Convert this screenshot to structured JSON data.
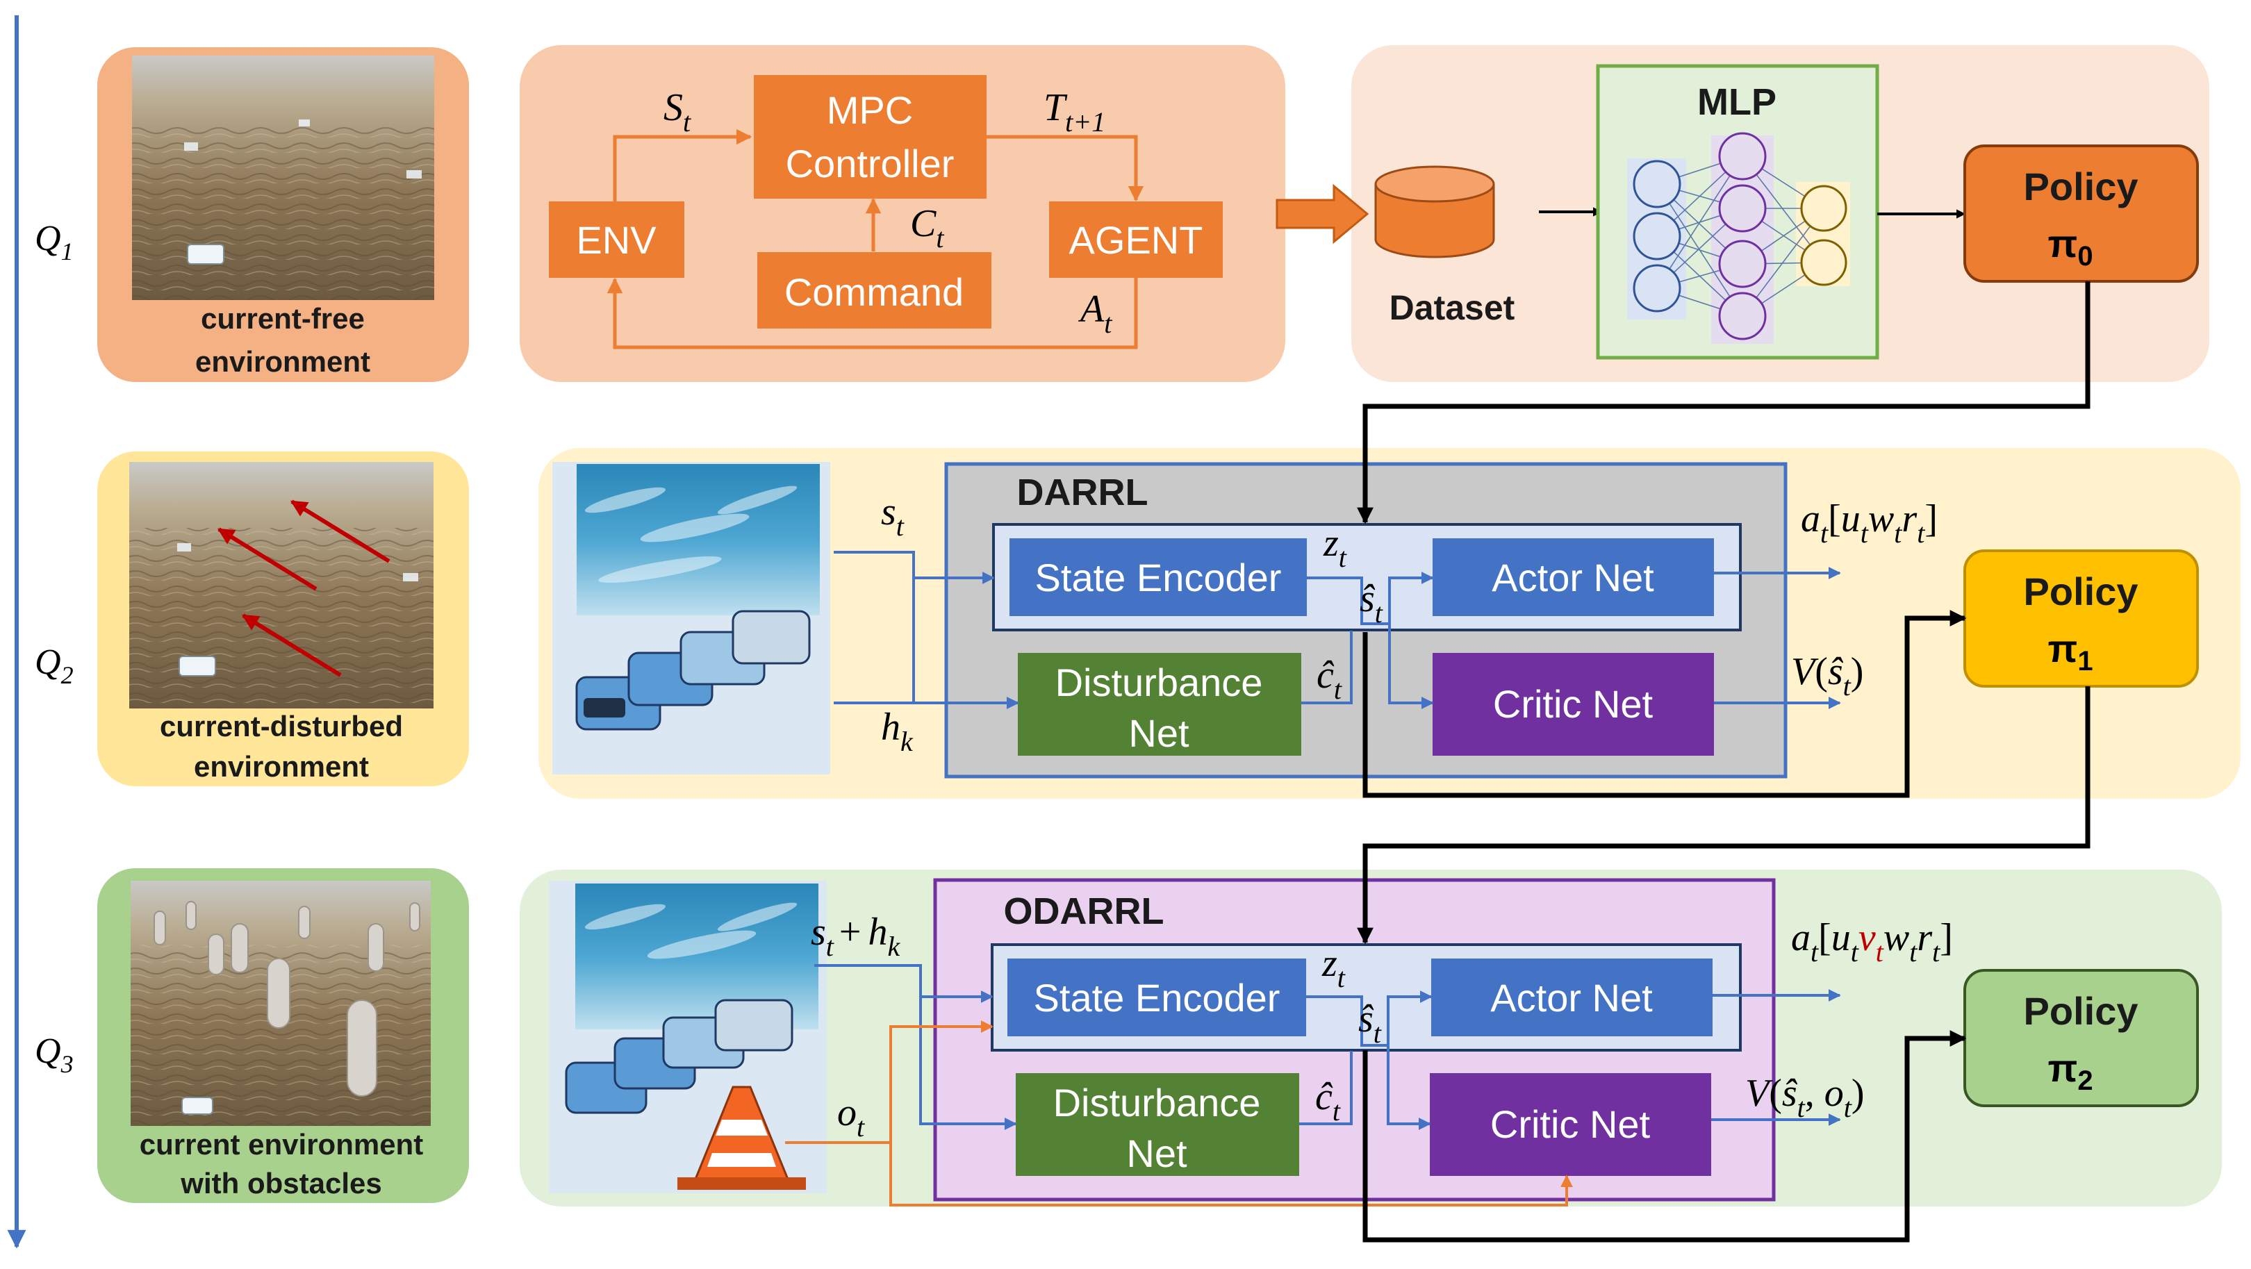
{
  "stages": {
    "q1": {
      "label": "Q",
      "sub": "1"
    },
    "q2": {
      "label": "Q",
      "sub": "2"
    },
    "q3": {
      "label": "Q",
      "sub": "3"
    }
  },
  "environments": {
    "free": {
      "line1": "current-free",
      "line2": "environment"
    },
    "disturbed": {
      "line1": "current-disturbed",
      "line2": "environment"
    },
    "obstacles": {
      "line1": "current environment",
      "line2": "with obstacles"
    }
  },
  "row1": {
    "env": "ENV",
    "mpc_line1": "MPC",
    "mpc_line2": "Controller",
    "agent": "AGENT",
    "command": "Command",
    "s_t": {
      "base": "S",
      "sub": "t"
    },
    "t_t1": {
      "base": "T",
      "sub": "t+1"
    },
    "c_t": {
      "base": "C",
      "sub": "t"
    },
    "a_t": {
      "base": "A",
      "sub": "t"
    },
    "dataset": "Dataset",
    "mlp": "MLP",
    "policy": "Policy",
    "pi": {
      "base": "π",
      "sub": "0"
    }
  },
  "row2": {
    "title": "DARRL",
    "state_encoder": "State Encoder",
    "actor_net": "Actor Net",
    "critic_net": "Critic Net",
    "disturbance_line1": "Disturbance",
    "disturbance_line2": "Net",
    "s_t": {
      "base": "s",
      "sub": "t"
    },
    "h_k": {
      "base": "h",
      "sub": "k"
    },
    "z_t": {
      "base": "z",
      "sub": "t"
    },
    "shat_t": {
      "base": "ŝ",
      "sub": "t"
    },
    "chat_t": {
      "base": "ĉ",
      "sub": "t"
    },
    "action": {
      "a": "a",
      "t": "t",
      "u": "u",
      "w": "w",
      "r": "r"
    },
    "value": {
      "v": "V",
      "s": "ŝ",
      "t": "t"
    },
    "policy": "Policy",
    "pi": {
      "base": "π",
      "sub": "1"
    }
  },
  "row3": {
    "title": "ODARRL",
    "state_encoder": "State Encoder",
    "actor_net": "Actor Net",
    "critic_net": "Critic Net",
    "disturbance_line1": "Disturbance",
    "disturbance_line2": "Net",
    "sh": {
      "s": "s",
      "t": "t",
      "plus": "+",
      "h": "h",
      "k": "k"
    },
    "o_t": {
      "base": "o",
      "sub": "t"
    },
    "z_t": {
      "base": "z",
      "sub": "t"
    },
    "shat_t": {
      "base": "ŝ",
      "sub": "t"
    },
    "chat_t": {
      "base": "ĉ",
      "sub": "t"
    },
    "action": {
      "a": "a",
      "t": "t",
      "u": "u",
      "v": "v",
      "w": "w",
      "r": "r"
    },
    "value": {
      "v": "V",
      "s": "ŝ",
      "t": "t",
      "o": "o"
    },
    "policy": "Policy",
    "pi": {
      "base": "π",
      "sub": "2"
    }
  },
  "colors": {
    "orange": "#ed7d31",
    "blue_box": "#4472c4",
    "green_box": "#548235",
    "purple_box": "#7030a0",
    "policy0": "#ed7d31",
    "policy1": "#ffc000",
    "policy2": "#a9d18e",
    "red_velocity": "#c00000"
  }
}
